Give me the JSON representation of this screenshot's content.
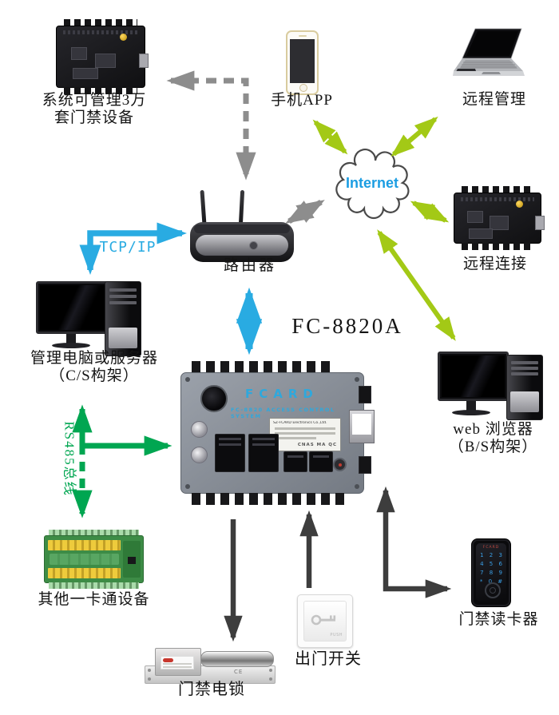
{
  "colors": {
    "arrow_blue": "#29abe2",
    "arrow_green": "#00a651",
    "arrow_lime": "#a3c916",
    "arrow_gray": "#8d8d8d",
    "arrow_dark": "#3d3d3d",
    "internet_text": "#1b9de2",
    "pcb_silk_blue": "#2fa8dc"
  },
  "devices": {
    "managed_board": {
      "caption_line1": "系统可管理3万",
      "caption_line2": "套门禁设备"
    },
    "phone": {
      "label": "手机APP"
    },
    "remote_laptop": {
      "label": "远程管理"
    },
    "internet": {
      "label": "Internet"
    },
    "remote_board": {
      "label": "远程连接"
    },
    "router": {
      "label": "路由器"
    },
    "management_pc": {
      "label_line1": "管理电脑或服务器",
      "label_line2": "（C/S构架）"
    },
    "web_pc": {
      "label_line1": "web 浏览器",
      "label_line2": "（B/S构架）"
    },
    "other_devices": {
      "label": "其他一卡通设备"
    },
    "door_lock": {
      "label": "门禁电锁",
      "ce_mark": "CE"
    },
    "exit_button": {
      "label": "出门开关",
      "push_text": "PUSH"
    },
    "card_reader": {
      "label": "门禁读卡器",
      "brand": "FCARD",
      "key_rows": [
        "1 2 3",
        "4 5 6",
        "7 8 9",
        "* 0 #"
      ]
    }
  },
  "controller": {
    "model": "FC-8820A",
    "brand": "FCARD",
    "subtitle": "FC-8820 ACCESS CONTROL SYSTEM",
    "sticker_company": "SZ-FCARD Electronics Co.,Ltd.",
    "sticker_certs": "CNAS MA QC"
  },
  "links": {
    "tcp_ip": "TCP/IP",
    "rs485": "RS485总线"
  }
}
